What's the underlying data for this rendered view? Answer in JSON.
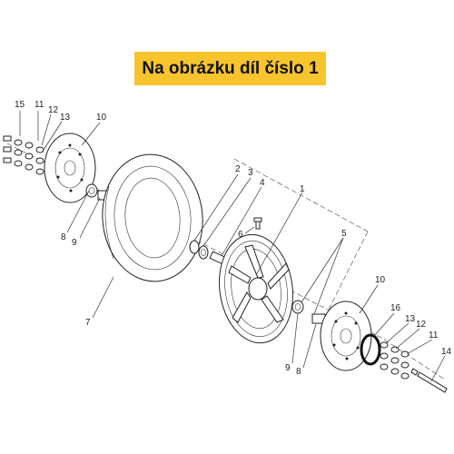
{
  "banner": {
    "text": "Na obrázku díl číslo 1"
  },
  "callouts": {
    "c1": "1",
    "c2": "2",
    "c3": "3",
    "c4": "4",
    "c5": "5",
    "c6": "6",
    "c7": "7",
    "c8a": "8",
    "c9a": "9",
    "c8b": "8",
    "c9b": "9",
    "c10a": "10",
    "c10b": "10",
    "c11a": "11",
    "c11b": "11",
    "c12a": "12",
    "c12b": "12",
    "c13a": "13",
    "c13b": "13",
    "c14": "14",
    "c15": "15",
    "c16": "16"
  }
}
